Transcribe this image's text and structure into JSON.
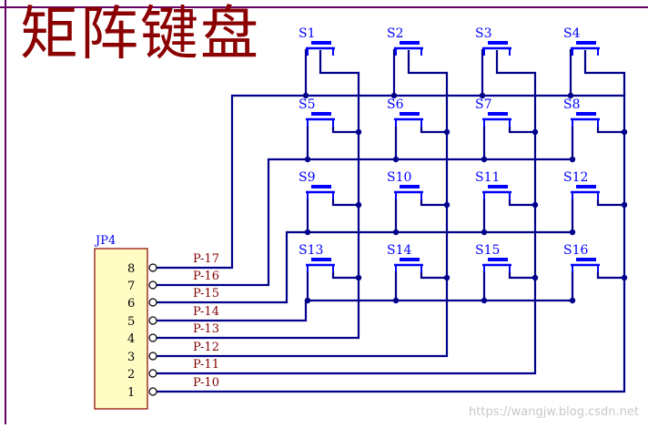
{
  "title": "矩阵键盘",
  "connector": {
    "name": "JP4",
    "pins": [
      "8",
      "7",
      "6",
      "5",
      "4",
      "3",
      "2",
      "1"
    ],
    "nets": [
      "P-17",
      "P-16",
      "P-15",
      "P-14",
      "P-13",
      "P-12",
      "P-11",
      "P-10"
    ]
  },
  "switches": [
    [
      "S1",
      "S2",
      "S3",
      "S4"
    ],
    [
      "S5",
      "S6",
      "S7",
      "S8"
    ],
    [
      "S9",
      "S10",
      "S11",
      "S12"
    ],
    [
      "S13",
      "S14",
      "S15",
      "S16"
    ]
  ],
  "watermark": "https://wangjw.blog.csdn.net",
  "colors": {
    "wire": "#00008b",
    "switch": "#0000ff",
    "label": "#800000",
    "connector_fill": "#fffcc4",
    "connector_stroke": "#8b0000",
    "frame": "#660066",
    "title": "#8b0000"
  }
}
